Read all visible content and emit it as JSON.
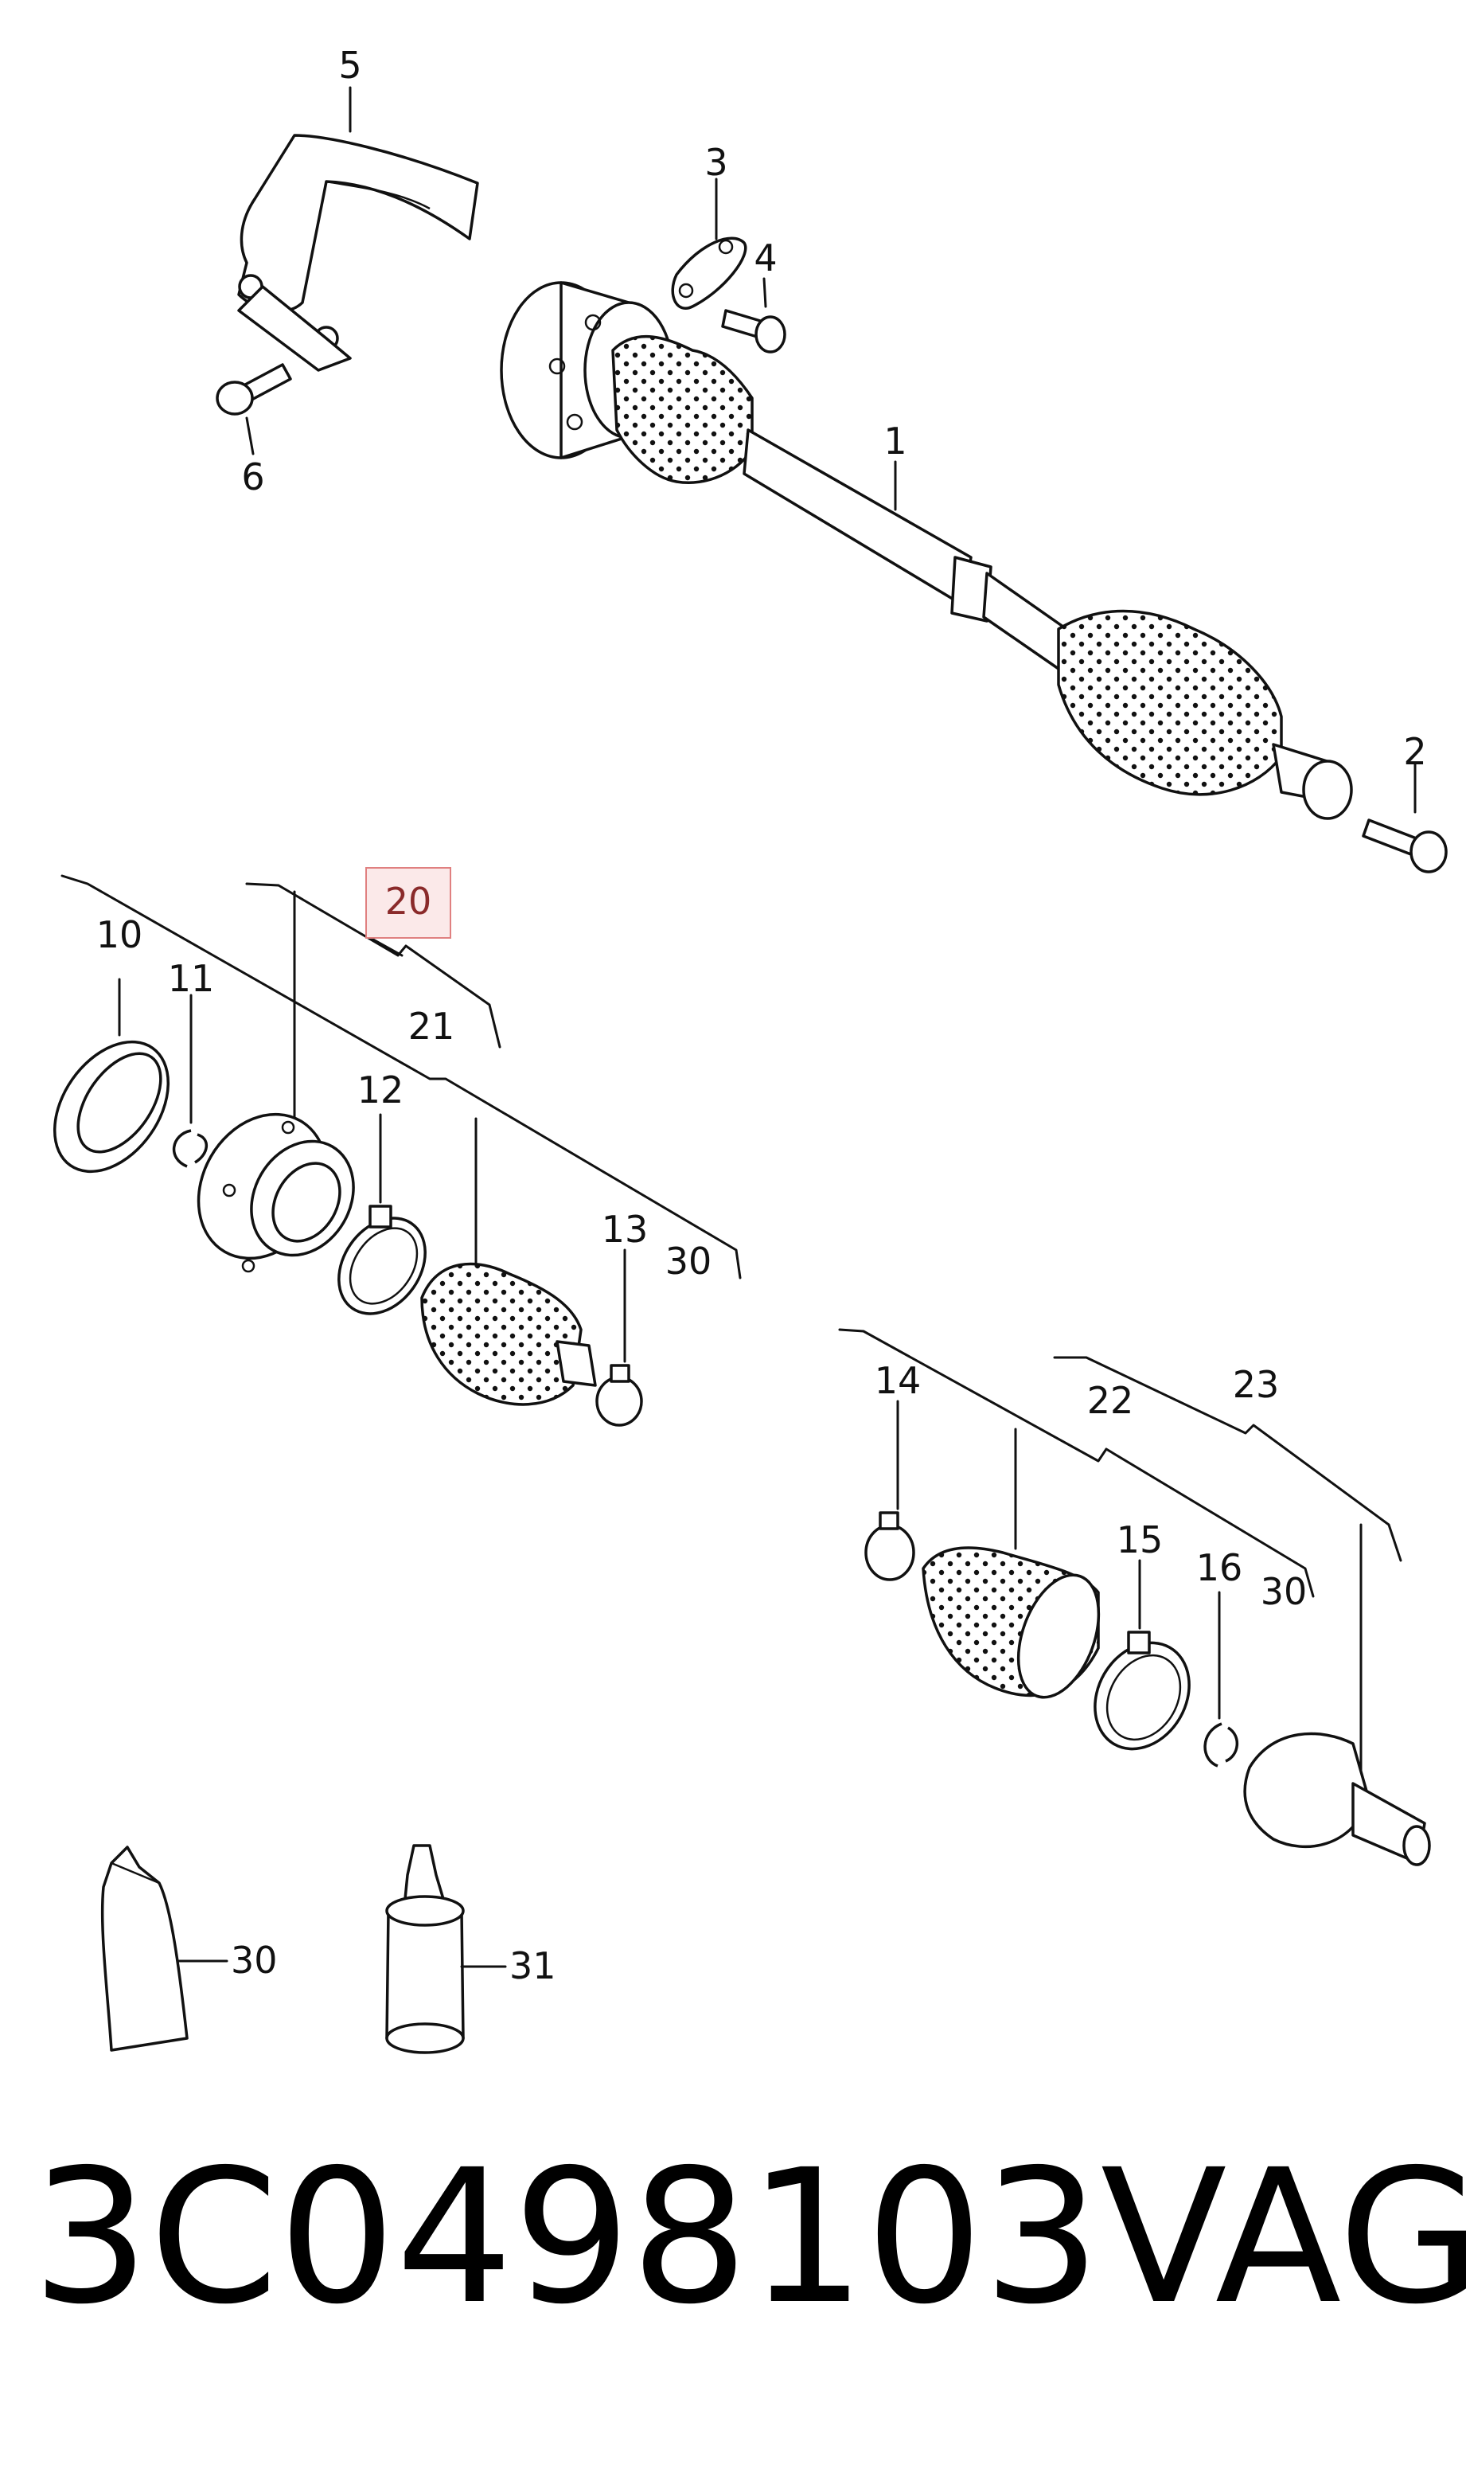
{
  "labels": {
    "l1": "1",
    "l2": "2",
    "l3": "3",
    "l4": "4",
    "l5": "5",
    "l6": "6",
    "l10": "10",
    "l11": "11",
    "l12": "12",
    "l13": "13",
    "l14": "14",
    "l15": "15",
    "l16": "16",
    "l20": "20",
    "l21": "21",
    "l22": "22",
    "l23": "23",
    "l30a": "30",
    "l30b": "30",
    "l30c": "30",
    "l31": "31"
  },
  "footer": {
    "part_number": "3C0498103",
    "brand": "VAG"
  },
  "highlight": {
    "border": "#e08080",
    "fill": "#fbe9e9"
  }
}
